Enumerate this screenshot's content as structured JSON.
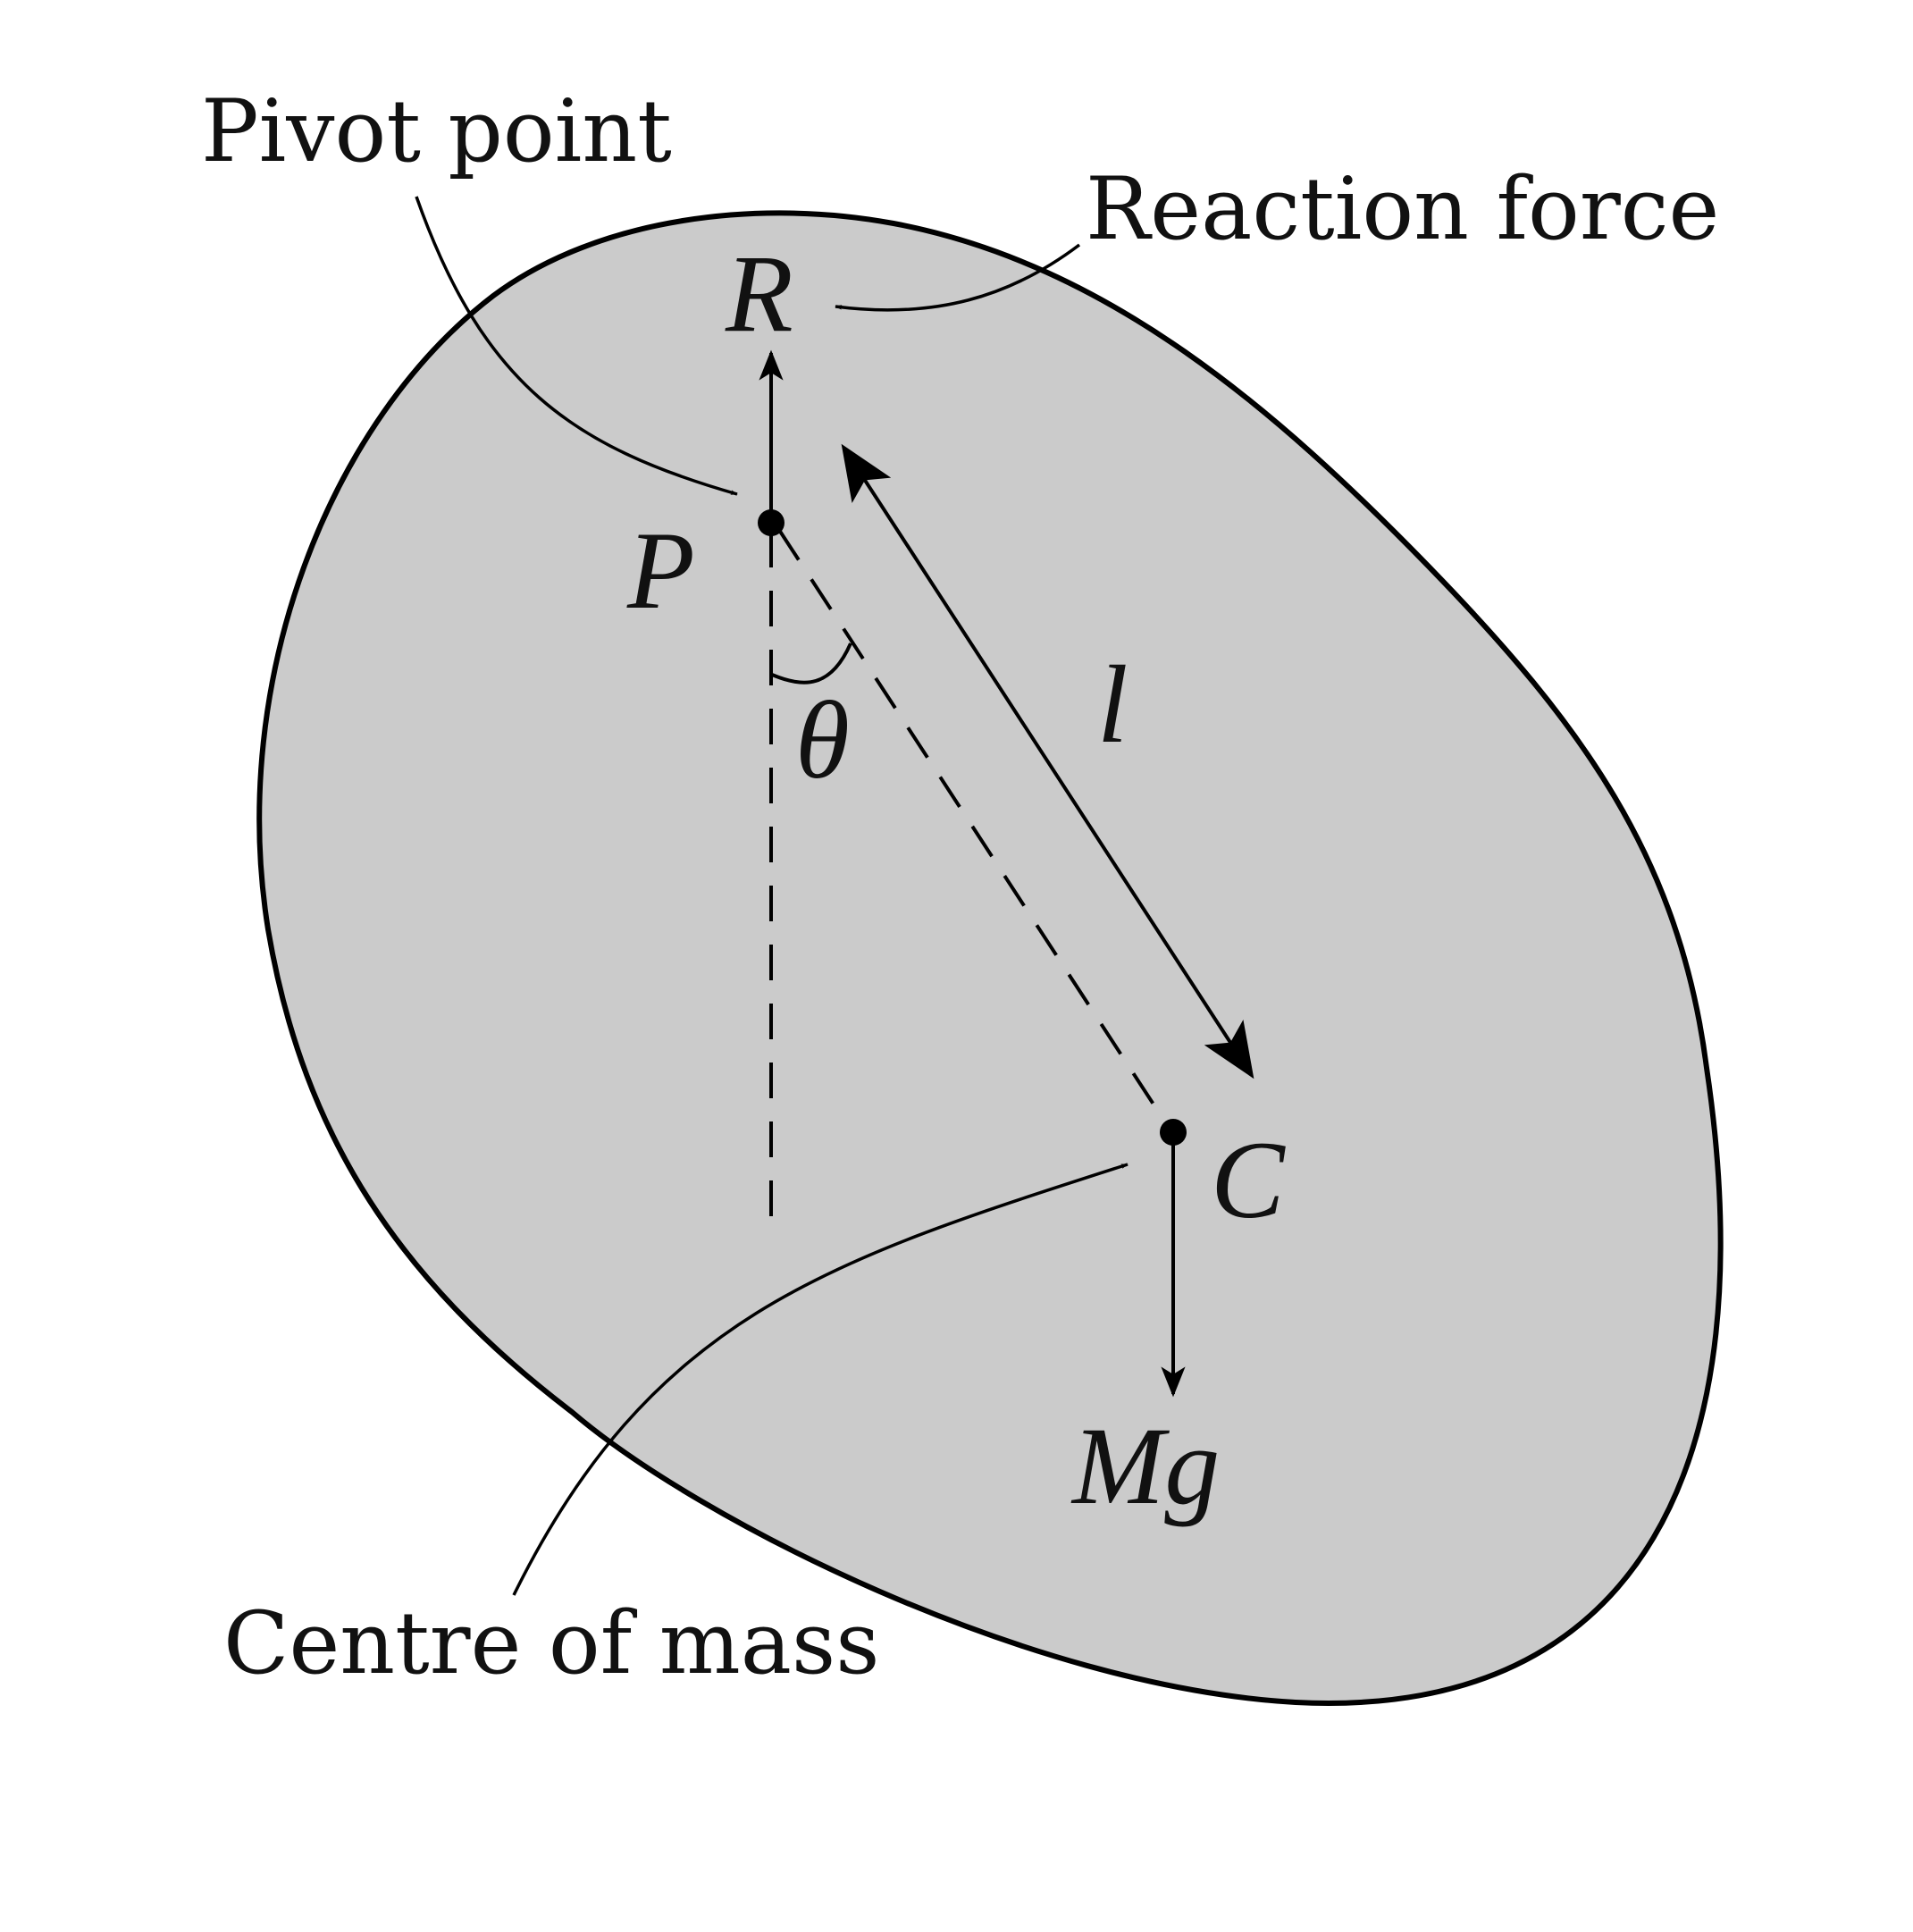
{
  "labels": {
    "pivot_point": "Pivot point",
    "reaction_force": "Reaction force",
    "centre_of_mass": "Centre of mass"
  },
  "symbols": {
    "R": "R",
    "P": "P",
    "theta": "θ",
    "l": "l",
    "C": "C",
    "Mg": "Mg"
  },
  "colors": {
    "body_fill": "#cbcbcb",
    "stroke": "#000000",
    "background": "#ffffff"
  }
}
